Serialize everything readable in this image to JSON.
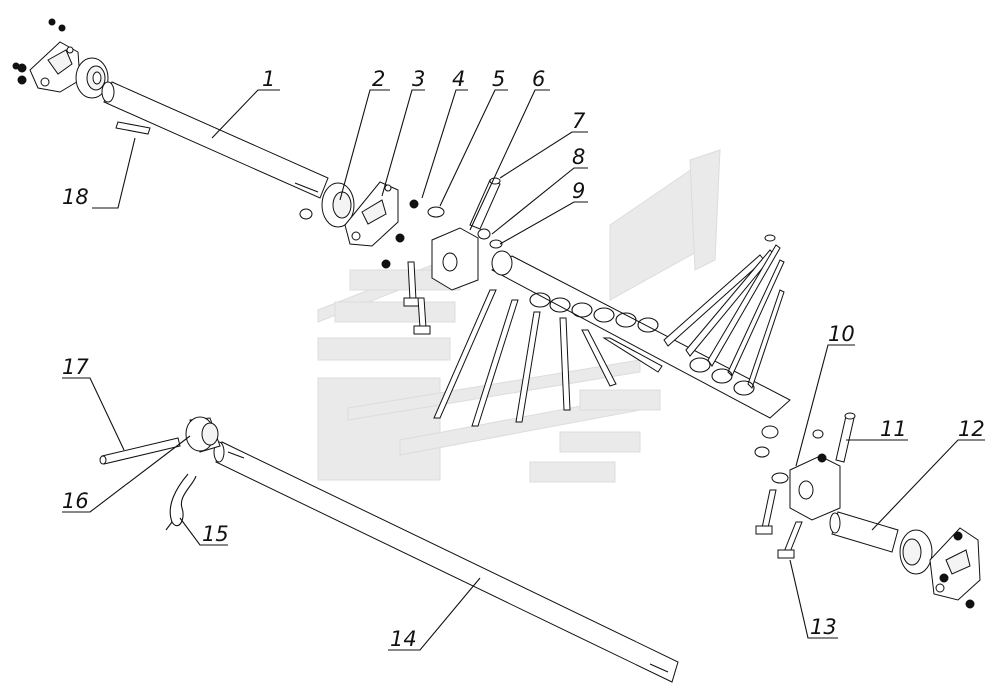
{
  "diagram": {
    "callouts": [
      {
        "id": "c1",
        "label": "1"
      },
      {
        "id": "c2",
        "label": "2"
      },
      {
        "id": "c3",
        "label": "3"
      },
      {
        "id": "c4",
        "label": "4"
      },
      {
        "id": "c5",
        "label": "5"
      },
      {
        "id": "c6",
        "label": "6"
      },
      {
        "id": "c7",
        "label": "7"
      },
      {
        "id": "c8",
        "label": "8"
      },
      {
        "id": "c9",
        "label": "9"
      },
      {
        "id": "c10",
        "label": "10"
      },
      {
        "id": "c11",
        "label": "11"
      },
      {
        "id": "c12",
        "label": "12"
      },
      {
        "id": "c13",
        "label": "13"
      },
      {
        "id": "c14",
        "label": "14"
      },
      {
        "id": "c15",
        "label": "15"
      },
      {
        "id": "c16",
        "label": "16"
      },
      {
        "id": "c17",
        "label": "17"
      },
      {
        "id": "c18",
        "label": "18"
      }
    ],
    "colors": {
      "line": "#111111",
      "background": "#ffffff",
      "watermark": "#eaeaea"
    }
  }
}
